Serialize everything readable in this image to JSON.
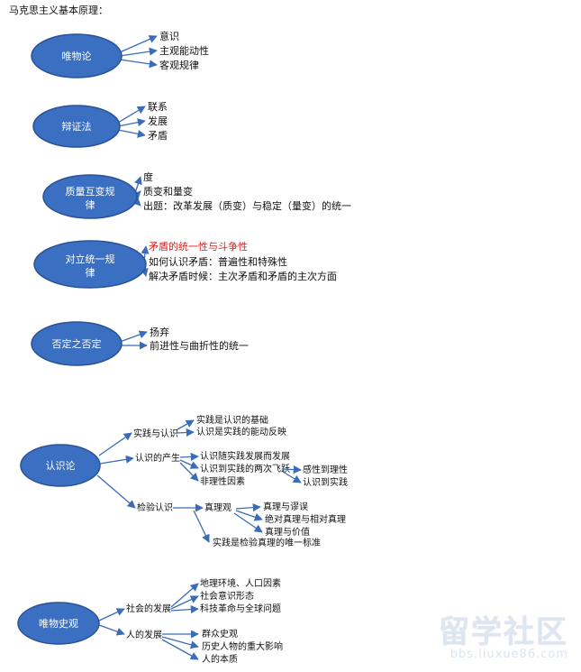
{
  "title": "马克思主义基本原理：",
  "watermark": {
    "brand": "留学社区",
    "url": "bbs.liuxue86.com"
  },
  "colors": {
    "node_fill": "#3a6fc1",
    "node_stroke": "#2a5296",
    "node_text": "#ffffff",
    "arrow": "#3a6cb8",
    "text": "#111111",
    "highlight": "#d71f1f"
  },
  "nodes": [
    {
      "label": "唯物论",
      "label2": ""
    },
    {
      "label": "辩证法",
      "label2": ""
    },
    {
      "label": "质量互变规",
      "label2": "律"
    },
    {
      "label": "对立统一规",
      "label2": "律"
    },
    {
      "label": "否定之否定",
      "label2": ""
    },
    {
      "label": "认识论",
      "label2": ""
    },
    {
      "label": "唯物史观",
      "label2": ""
    }
  ],
  "items": {
    "b1": [
      "意识",
      "主观能动性",
      "客观规律"
    ],
    "b2": [
      "联系",
      "发展",
      "矛盾"
    ],
    "b3": [
      "度",
      "质变和量变",
      "出题：改革发展（质变）与稳定（量变）的统一"
    ],
    "b4": [
      "矛盾的统一性与斗争性",
      "如何认识矛盾：普遍性和特殊性",
      "解决矛盾时候：主次矛盾和矛盾的主次方面"
    ],
    "b5": [
      "扬弃",
      "前进性与曲折性的统一"
    ],
    "b6": {
      "l1": [
        "实践与认识",
        "认识的产生",
        "检验认识"
      ],
      "practice": [
        "实践是认识的基础",
        "认识是实践的能动反映"
      ],
      "origin": [
        "认识随实践发展而发展",
        "认识到实践的两次飞跃",
        "非理性因素"
      ],
      "leaps": [
        "感性到理性",
        "认识到实践"
      ],
      "check": [
        "真理观",
        "实践是检验真理的唯一标准"
      ],
      "truth": [
        "真理与谬误",
        "绝对真理与相对真理",
        "真理与价值"
      ]
    },
    "b7": {
      "l1": [
        "社会的发展",
        "人的发展"
      ],
      "society": [
        "地理环境、人口因素",
        "社会意识形态",
        "科技革命与全球问题"
      ],
      "person": [
        "群众史观",
        "历史人物的重大影响",
        "人的本质"
      ]
    }
  }
}
